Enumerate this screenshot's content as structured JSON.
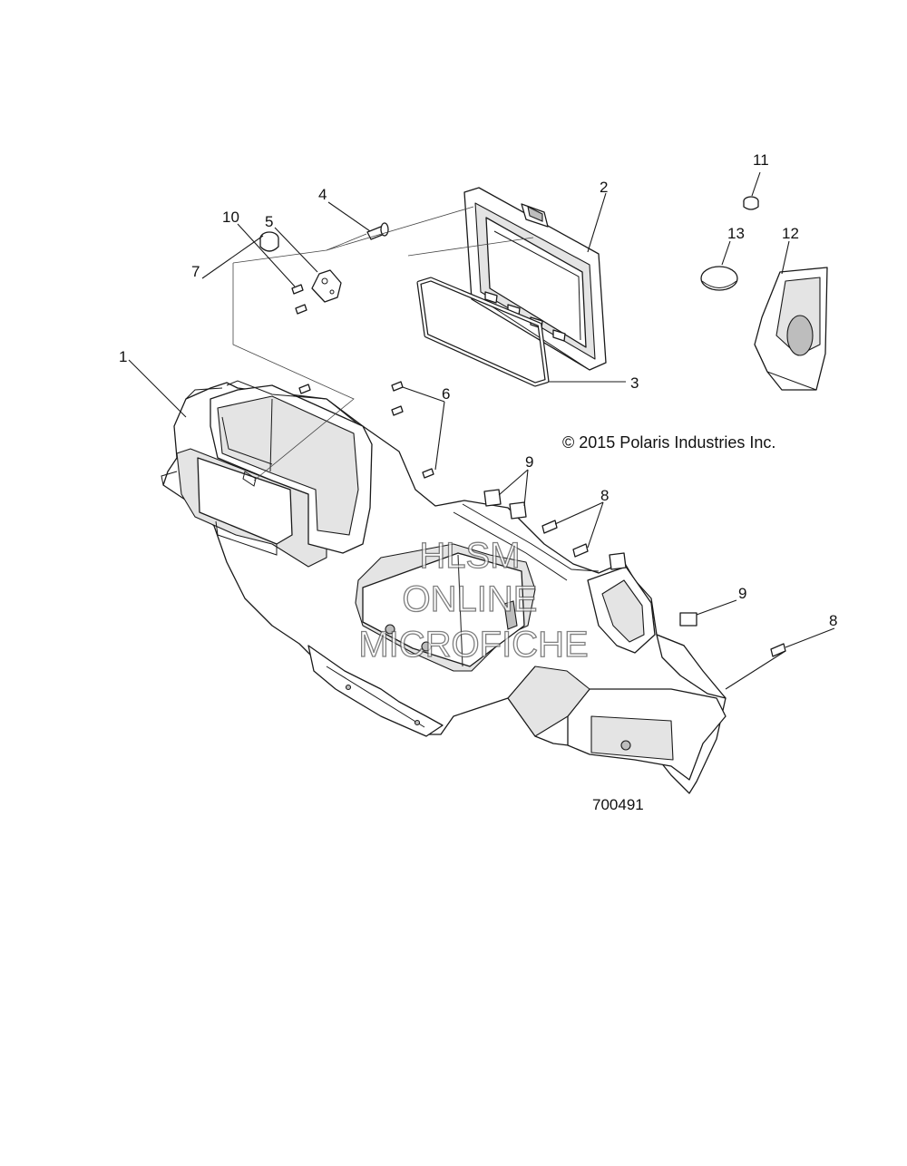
{
  "callouts": [
    {
      "id": "c1",
      "label": "1"
    },
    {
      "id": "c2",
      "label": "2"
    },
    {
      "id": "c3",
      "label": "3"
    },
    {
      "id": "c4",
      "label": "4"
    },
    {
      "id": "c5",
      "label": "5"
    },
    {
      "id": "c6",
      "label": "6"
    },
    {
      "id": "c7",
      "label": "7"
    },
    {
      "id": "c8a",
      "label": "8"
    },
    {
      "id": "c8b",
      "label": "8"
    },
    {
      "id": "c9a",
      "label": "9"
    },
    {
      "id": "c9b",
      "label": "9"
    },
    {
      "id": "c10",
      "label": "10"
    },
    {
      "id": "c11",
      "label": "11"
    },
    {
      "id": "c12",
      "label": "12"
    },
    {
      "id": "c13",
      "label": "13"
    }
  ],
  "copyright": "© 2015 Polaris Industries Inc.",
  "figure_id": "700491",
  "watermark": {
    "line1": "HLSM",
    "line2": "ONLINE",
    "line3": "MICROFICHE"
  }
}
